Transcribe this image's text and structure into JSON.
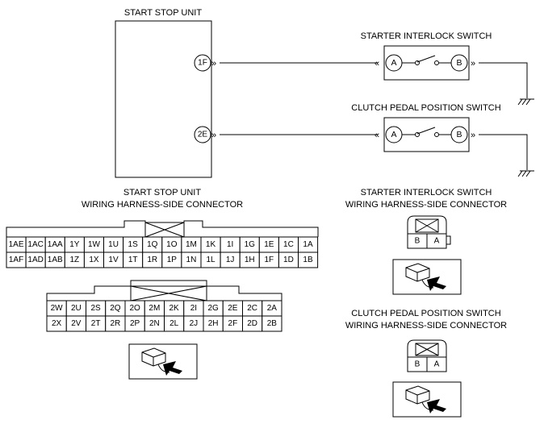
{
  "titles": {
    "ssu": "START STOP UNIT",
    "sis": "STARTER INTERLOCK SWITCH",
    "cpps": "CLUTCH PEDAL POSITION SWITCH",
    "ssu_conn_1": "START STOP UNIT",
    "ssu_conn_2": "WIRING HARNESS-SIDE CONNECTOR",
    "sis_conn_1": "STARTER INTERLOCK SWITCH",
    "sis_conn_2": "WIRING HARNESS-SIDE CONNECTOR",
    "cpps_conn_1": "CLUTCH PEDAL POSITION SWITCH",
    "cpps_conn_2": "WIRING HARNESS-SIDE CONNECTOR"
  },
  "terminals": {
    "ssu_1": "1F",
    "ssu_2": "2E",
    "sis_a": "A",
    "sis_b": "B",
    "cpps_a": "A",
    "cpps_b": "B"
  },
  "connector1": {
    "row1": [
      "1AE",
      "1AC",
      "1AA",
      "1Y",
      "1W",
      "1U",
      "1S",
      "1Q",
      "1O",
      "1M",
      "1K",
      "1I",
      "1G",
      "1E",
      "1C",
      "1A"
    ],
    "row2": [
      "1AF",
      "1AD",
      "1AB",
      "1Z",
      "1X",
      "1V",
      "1T",
      "1R",
      "1P",
      "1N",
      "1L",
      "1J",
      "1H",
      "1F",
      "1D",
      "1B"
    ]
  },
  "connector2": {
    "row1": [
      "2W",
      "2U",
      "2S",
      "2Q",
      "2O",
      "2M",
      "2K",
      "2I",
      "2G",
      "2E",
      "2C",
      "2A"
    ],
    "row2": [
      "2X",
      "2V",
      "2T",
      "2R",
      "2P",
      "2N",
      "2L",
      "2J",
      "2H",
      "2F",
      "2D",
      "2B"
    ]
  },
  "sis_connector": {
    "pins": [
      "B",
      "A"
    ]
  },
  "cpps_connector": {
    "pins": [
      "B",
      "A"
    ]
  },
  "icons": [
    "plug-insertion-arrow-icon",
    "ground-icon"
  ]
}
